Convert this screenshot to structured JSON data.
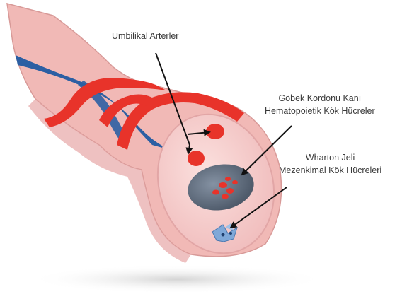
{
  "labels": {
    "umbilical_arteries": "Umbilikal Arterler",
    "cord_blood": {
      "line1": "Göbek Kordonu Kanı",
      "line2": "Hematopoietik Kök Hücreler"
    },
    "wharton_jelly": {
      "line1": "Wharton Jeli",
      "line2": "Mezenkimal Kök Hücreleri"
    }
  },
  "colors": {
    "tissue": "#f3c2c0",
    "tissue_edge": "#dfa3a3",
    "artery": "#e8332a",
    "vein": "#2c5fa3",
    "vein_lumen": "#6b7a8c",
    "stem_cell": "#7fa8d8",
    "arrow": "#111111"
  }
}
